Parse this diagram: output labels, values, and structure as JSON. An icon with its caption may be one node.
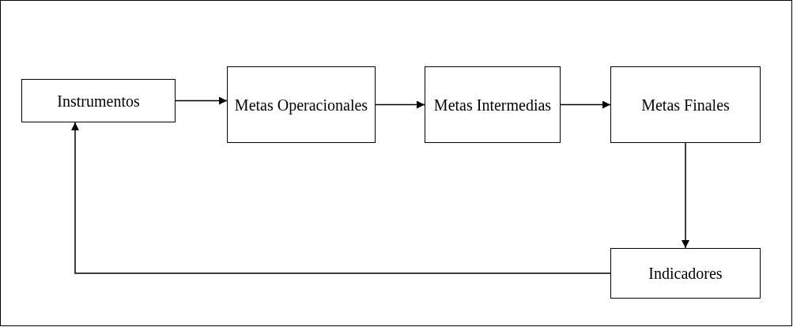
{
  "diagram": {
    "nodes": [
      {
        "text": [
          "Instrumentos"
        ]
      },
      {
        "text": [
          "Metas Operacionales"
        ]
      },
      {
        "text": [
          "Metas Intermedias"
        ]
      },
      {
        "text": [
          "Metas Finales"
        ]
      },
      {
        "text": [
          "Indicadores"
        ]
      }
    ],
    "edges": [
      {
        "from": 0,
        "to": 1,
        "arrow": "to"
      },
      {
        "from": 1,
        "to": 2,
        "arrow": "to"
      },
      {
        "from": 2,
        "to": 3,
        "arrow": "to"
      },
      {
        "from": 3,
        "to": 4,
        "arrow": "to"
      },
      {
        "from": 4,
        "to": 0,
        "arrow": "to"
      }
    ]
  }
}
